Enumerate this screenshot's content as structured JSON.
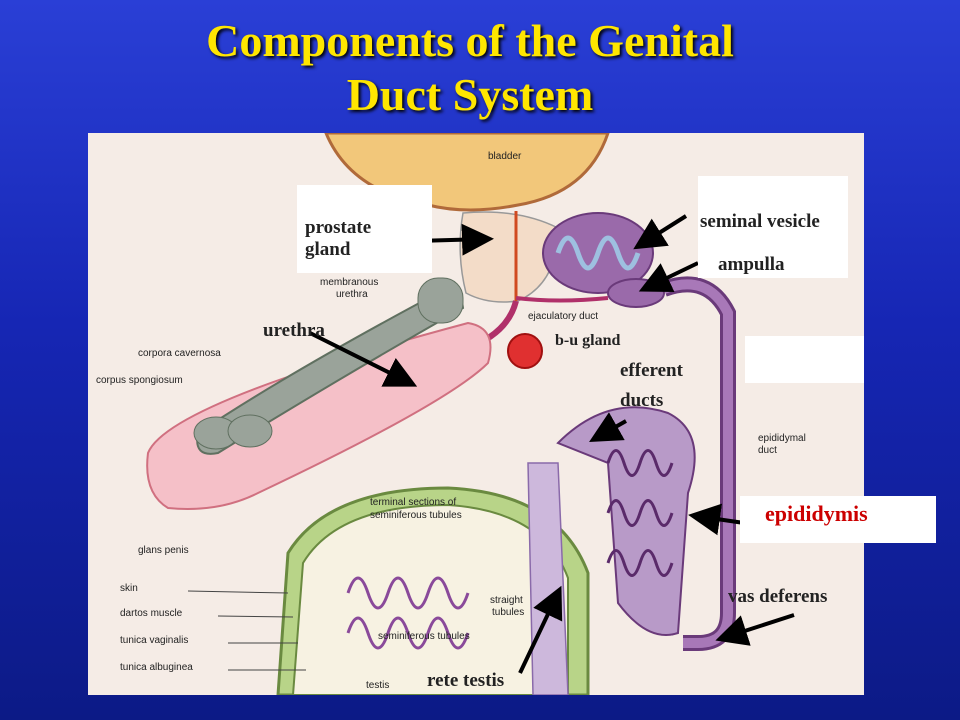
{
  "title": {
    "line1": "Components of the Genital",
    "line2": "Duct System"
  },
  "labels": {
    "prostate": "prostate\ngland",
    "seminal_vesicle": "seminal vesicle",
    "ampulla": "ampulla",
    "urethra": "urethra",
    "bu_gland": "b-u gland",
    "efferent": "efferent\nducts",
    "epididymis": "epididymis",
    "vas_deferens": "vas deferens",
    "rete_testis": "rete testis"
  },
  "figure_labels": {
    "bladder": "bladder",
    "membranous_urethra_1": "membranous",
    "membranous_urethra_2": "urethra",
    "ejaculatory_duct": "ejaculatory duct",
    "corpora_cavernosa": "corpora cavernosa",
    "corpus_spongiosum": "corpus spongiosum",
    "epididymal_duct_1": "epididymal",
    "epididymal_duct_2": "duct",
    "terminal_1": "terminal sections of",
    "terminal_2": "seminiferous tubules",
    "glans_penis": "glans penis",
    "skin": "skin",
    "dartos": "dartos muscle",
    "tunica_vaginalis": "tunica vaginalis",
    "tunica_albuginea": "tunica albuginea",
    "straight_1": "straight",
    "straight_2": "tubules",
    "seminiferous": "seminiferous tubules",
    "testis": "testis"
  },
  "colors": {
    "title": "#ffe600",
    "background": "#1a2ec4",
    "label_red": "#cc0000",
    "duct_purple": "#8a4a9a",
    "bladder_fill": "#f2c77a"
  }
}
